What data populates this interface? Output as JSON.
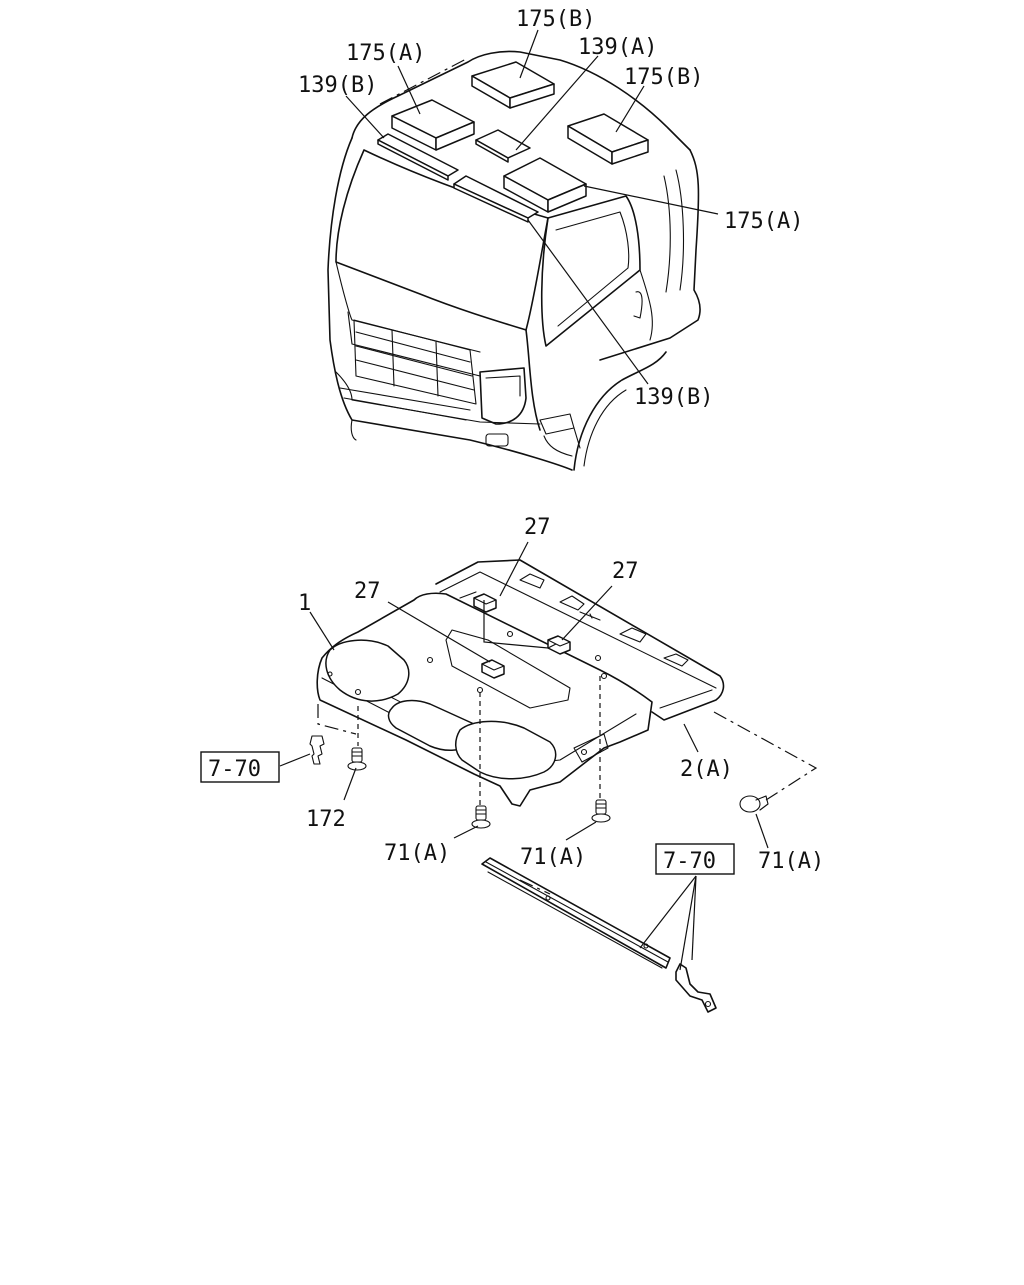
{
  "callouts": {
    "c175b_top": "175(B)",
    "c139a": "139(A)",
    "c175a_left": "175(A)",
    "c175b_right": "175(B)",
    "c139b_left": "139(B)",
    "c175a_right": "175(A)",
    "c139b_bottom": "139(B)",
    "c27_top": "27",
    "c27_right": "27",
    "c27_left": "27",
    "c1": "1",
    "c2a": "2(A)",
    "ref770_left": "7-70",
    "c172": "172",
    "c71a_left": "71(A)",
    "c71a_mid": "71(A)",
    "c71a_right": "71(A)",
    "ref770_right": "7-70"
  }
}
